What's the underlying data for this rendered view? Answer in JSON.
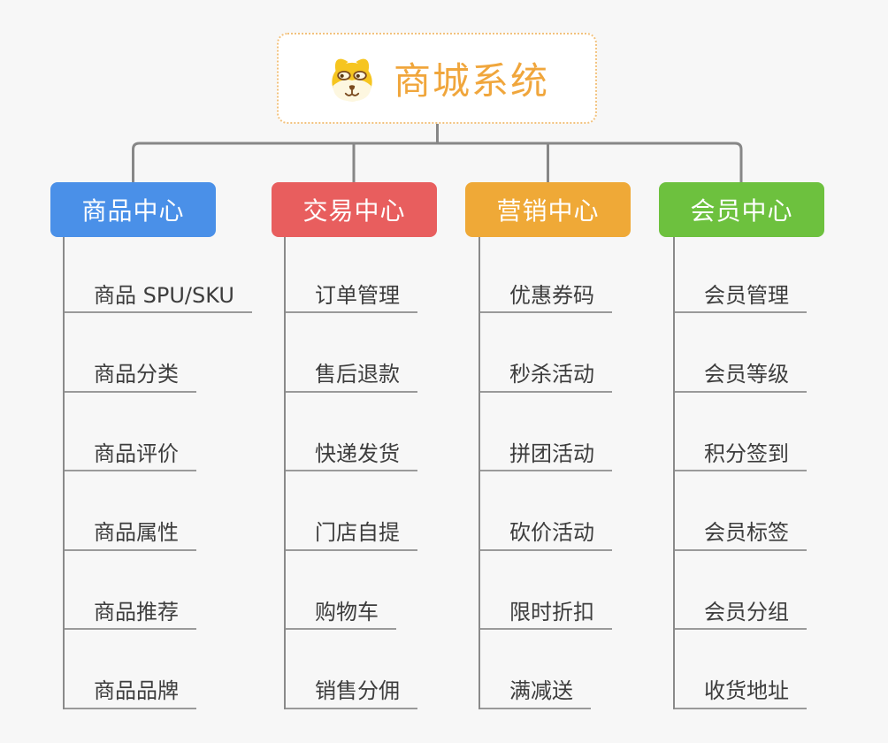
{
  "root": {
    "title": "商城系统",
    "icon": "dog-face-icon",
    "accent_color": "#F0A63C",
    "border_color": "#F2C27E"
  },
  "branches": [
    {
      "label": "商品中心",
      "color": "#4A90E8",
      "children": [
        "商品 SPU/SKU",
        "商品分类",
        "商品评价",
        "商品属性",
        "商品推荐",
        "商品品牌"
      ]
    },
    {
      "label": "交易中心",
      "color": "#E85E5E",
      "children": [
        "订单管理",
        "售后退款",
        "快递发货",
        "门店自提",
        "购物车",
        "销售分佣"
      ]
    },
    {
      "label": "营销中心",
      "color": "#EFA937",
      "children": [
        "优惠券码",
        "秒杀活动",
        "拼团活动",
        "砍价活动",
        "限时折扣",
        "满减送"
      ]
    },
    {
      "label": "会员中心",
      "color": "#6DC13E",
      "children": [
        "会员管理",
        "会员等级",
        "积分签到",
        "会员标签",
        "会员分组",
        "收货地址"
      ]
    }
  ],
  "style": {
    "background": "#F7F7F7",
    "connector_color": "#878787",
    "leaf_underline_color": "#9A9A9A",
    "leaf_text_color": "#3D3D3D"
  }
}
